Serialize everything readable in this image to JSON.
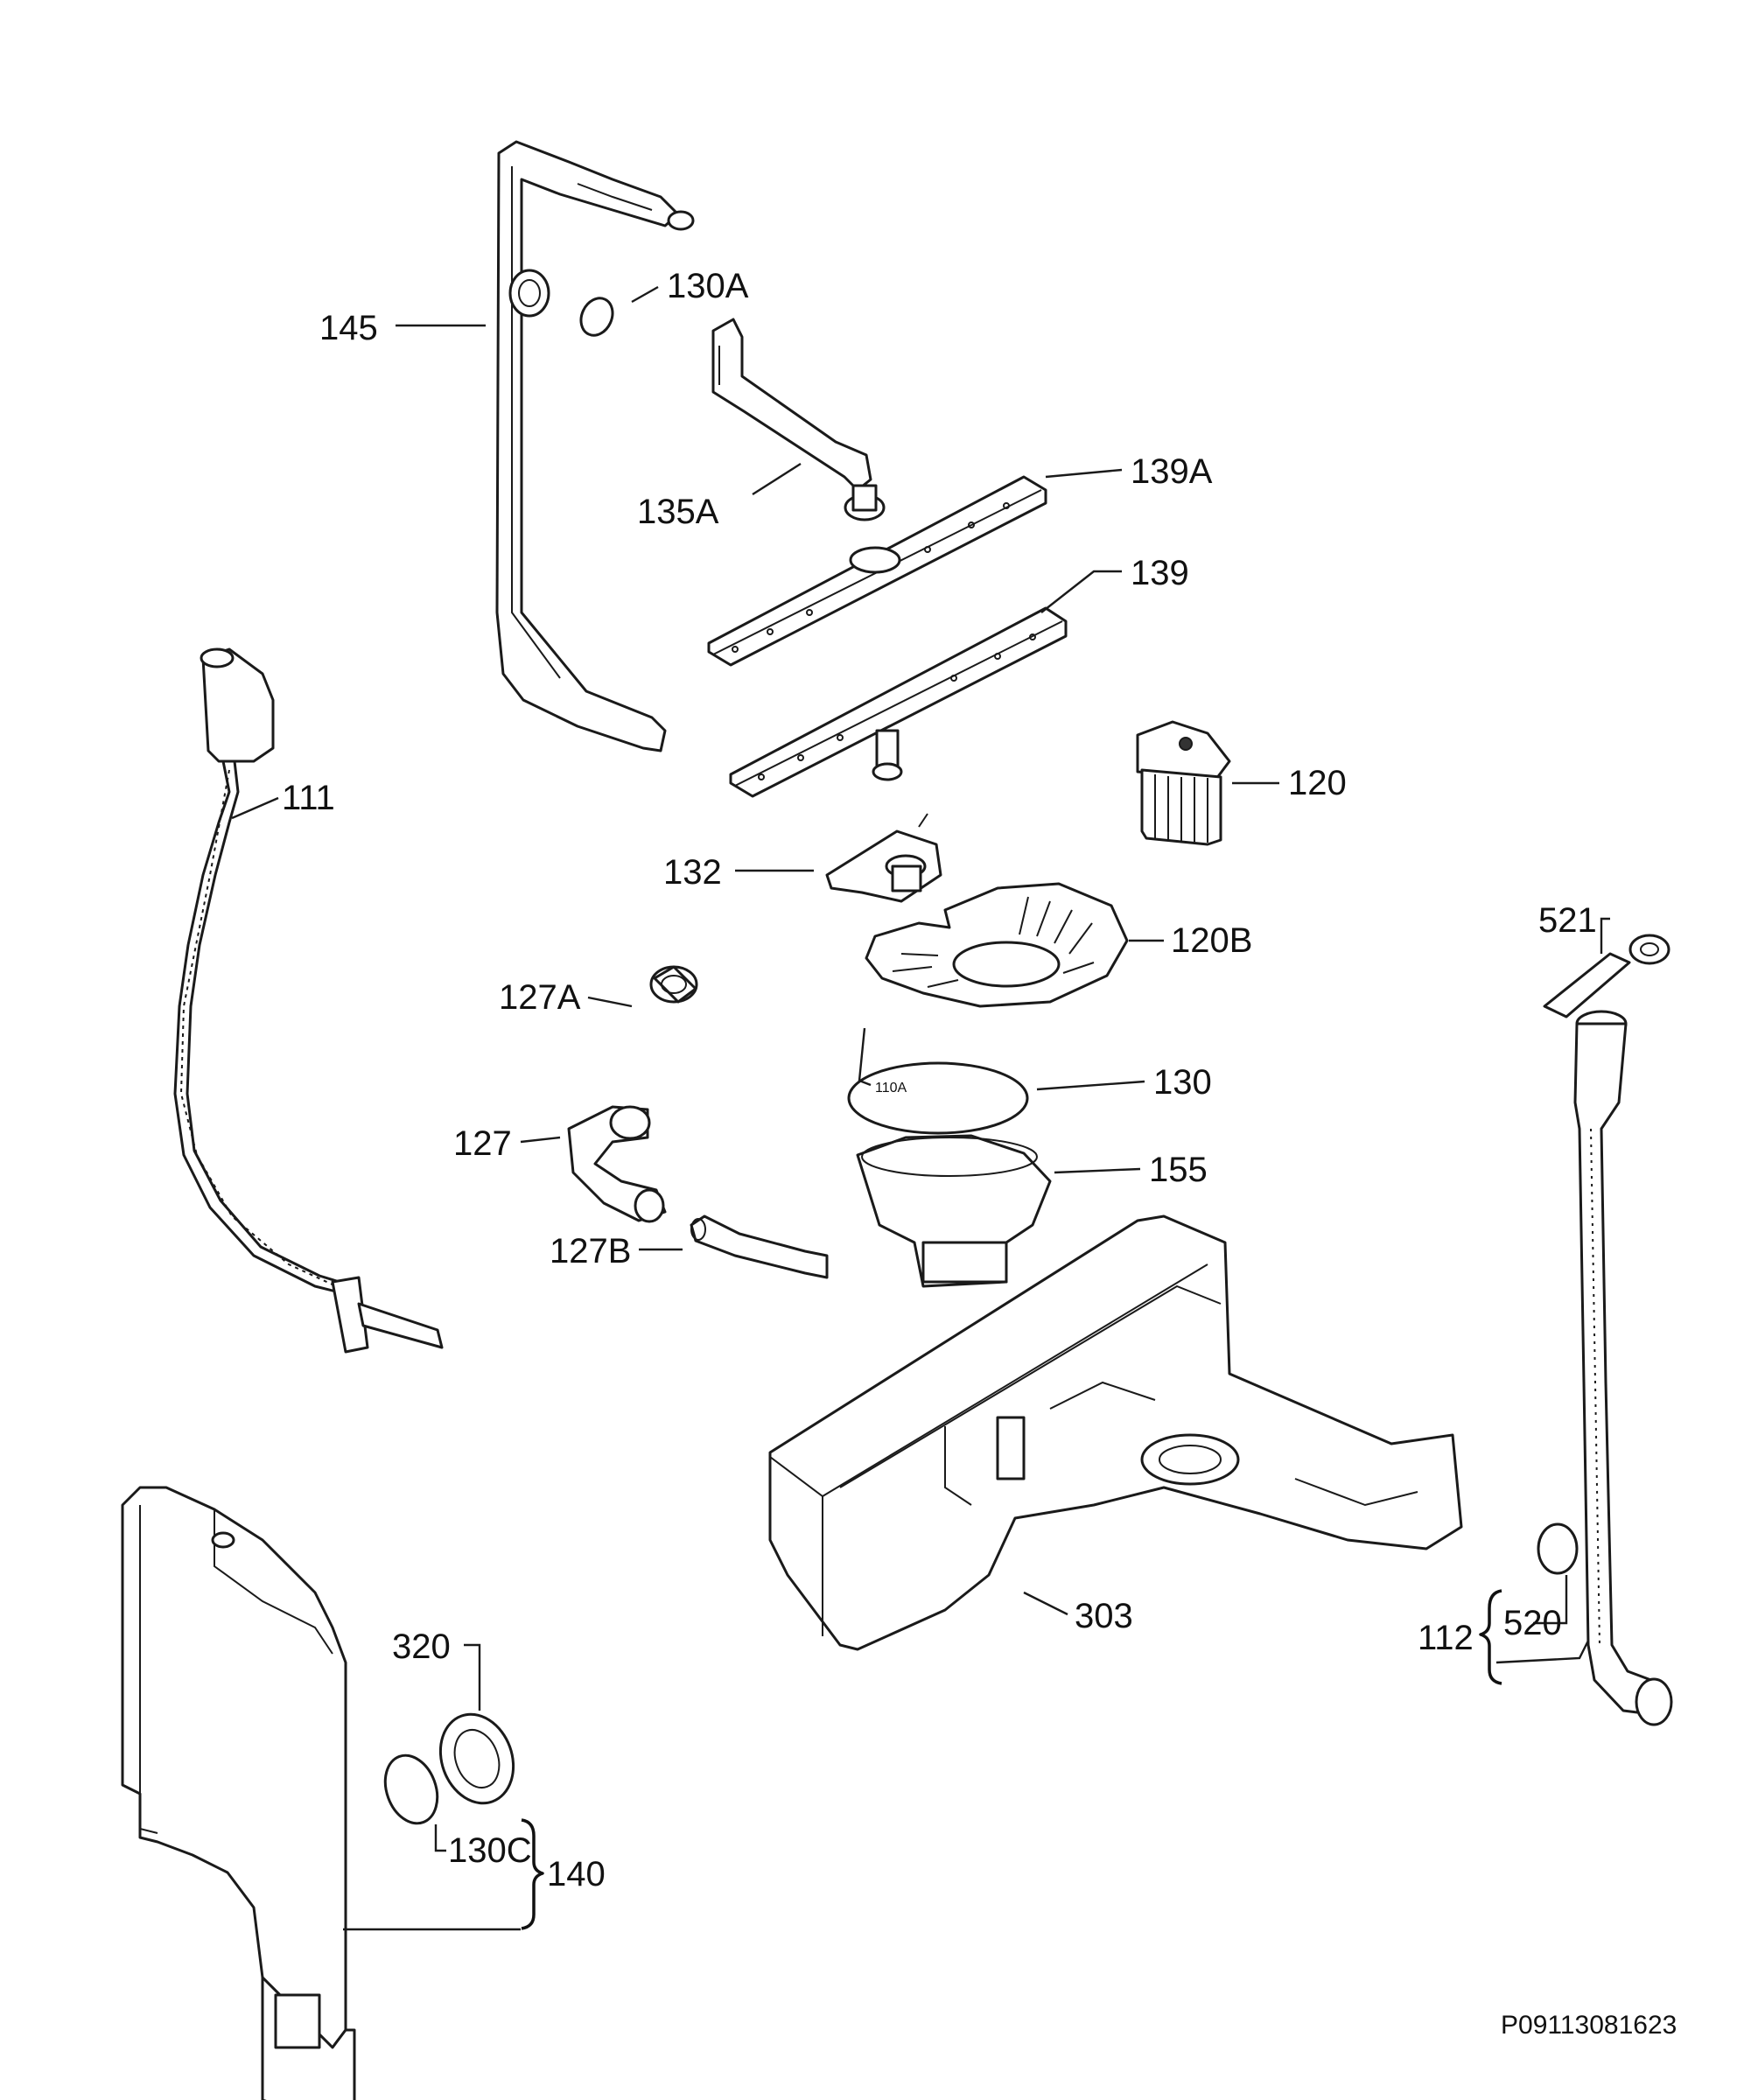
{
  "diagram": {
    "labels": {
      "p145": "145",
      "p130A": "130A",
      "p135A": "135A",
      "p139A": "139A",
      "p139": "139",
      "p111": "111",
      "p120": "120",
      "p132": "132",
      "p120B": "120B",
      "p127A": "127A",
      "p110A": "110A",
      "p130": "130",
      "p127": "127",
      "p155": "155",
      "p127B": "127B",
      "p521": "521",
      "p303": "303",
      "p112": "112",
      "p520": "520",
      "p320": "320",
      "p130C": "130C",
      "p140": "140"
    },
    "drawing_code": "P09113081623"
  }
}
